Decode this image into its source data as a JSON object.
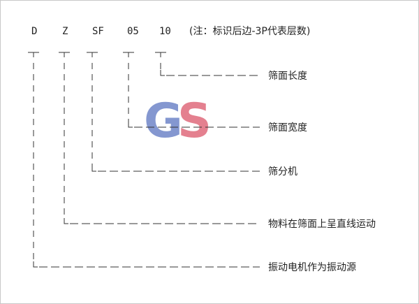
{
  "header": {
    "codes": [
      "D",
      "Z",
      "SF",
      "05",
      "10"
    ],
    "note": "(注：标识后边-3P代表层数)"
  },
  "labels": {
    "screen_length": "筛面长度",
    "screen_width": "筛面宽度",
    "screener": "筛分机",
    "motion": "物料在筛面上呈直线运动",
    "vibration_source": "振动电机作为振动源"
  },
  "watermark": {
    "text": "GS",
    "color_g": "#6f86c8",
    "color_s": "#e06b7c"
  }
}
